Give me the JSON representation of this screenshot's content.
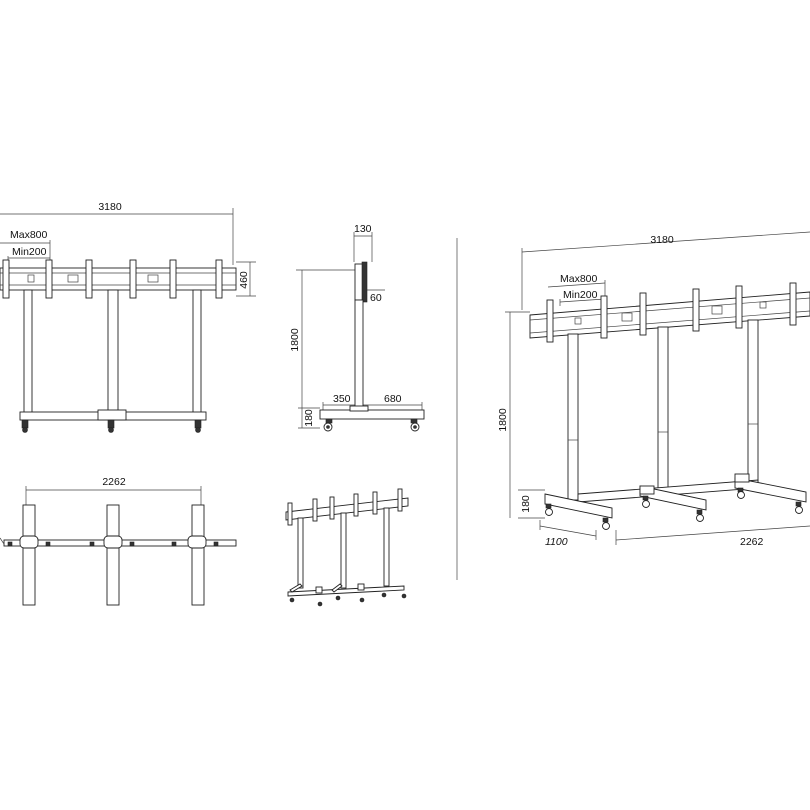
{
  "sheet": {
    "front_view": {
      "width_label": "3180",
      "max_label": "Max800",
      "min_label": "Min200",
      "height_label": "460"
    },
    "side_view": {
      "top_label": "130",
      "offset_label": "60",
      "height_label": "1800",
      "base_left_label": "350",
      "base_right_label": "680",
      "foot_label": "180"
    },
    "top_view": {
      "width_label": "2262"
    },
    "iso_view": {
      "width_label": "3180",
      "max_label": "Max800",
      "min_label": "Min200",
      "height_label": "1800",
      "foot_label": "180",
      "depth_label": "1100",
      "base_width_label": "2262"
    }
  }
}
